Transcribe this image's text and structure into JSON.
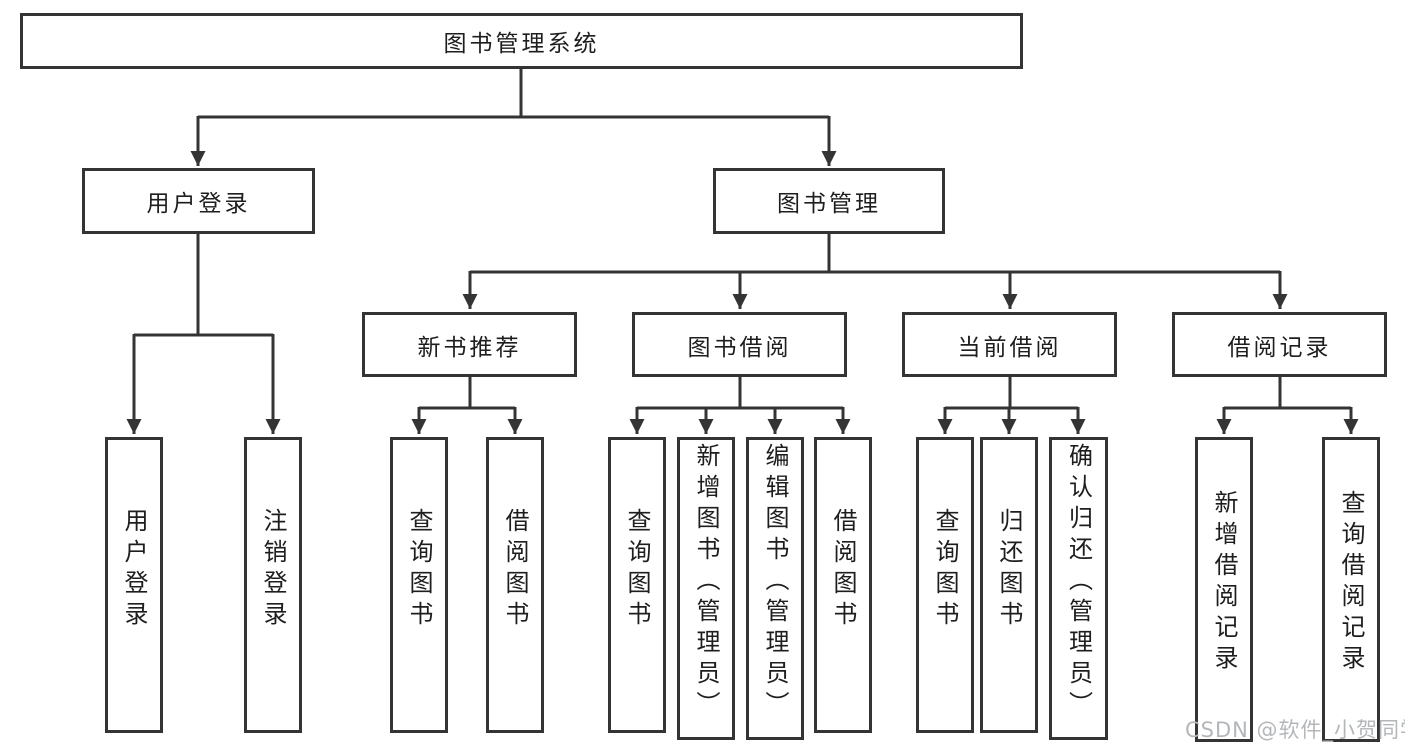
{
  "diagram": {
    "root": {
      "label": "图书管理系统"
    },
    "level2": [
      {
        "label": "用户登录"
      },
      {
        "label": "图书管理"
      }
    ],
    "level3": [
      {
        "label": "新书推荐",
        "parent": "图书管理"
      },
      {
        "label": "图书借阅",
        "parent": "图书管理"
      },
      {
        "label": "当前借阅",
        "parent": "图书管理"
      },
      {
        "label": "借阅记录",
        "parent": "图书管理"
      }
    ],
    "leaves": [
      {
        "label": "用户登录",
        "parent": "用户登录"
      },
      {
        "label": "注销登录",
        "parent": "用户登录"
      },
      {
        "label": "查询图书",
        "parent": "新书推荐"
      },
      {
        "label": "借阅图书",
        "parent": "新书推荐"
      },
      {
        "label": "查询图书",
        "parent": "图书借阅"
      },
      {
        "label": "新增图书（管理员）",
        "parent": "图书借阅"
      },
      {
        "label": "编辑图书（管理员）",
        "parent": "图书借阅"
      },
      {
        "label": "借阅图书",
        "parent": "图书借阅"
      },
      {
        "label": "查询图书",
        "parent": "当前借阅"
      },
      {
        "label": "归还图书",
        "parent": "当前借阅"
      },
      {
        "label": "确认归还（管理员）",
        "parent": "当前借阅"
      },
      {
        "label": "新增借阅记录",
        "parent": "借阅记录"
      },
      {
        "label": "查询借阅记录",
        "parent": "借阅记录"
      }
    ]
  },
  "watermark": {
    "text": "CSDN @软件_小贺同学"
  },
  "colors": {
    "line": "#343434",
    "box_border": "#343434",
    "box_fill": "#ffffff",
    "text": "#1e1e1e",
    "watermark_text": "#b4b7ba",
    "background": "#ffffff"
  }
}
